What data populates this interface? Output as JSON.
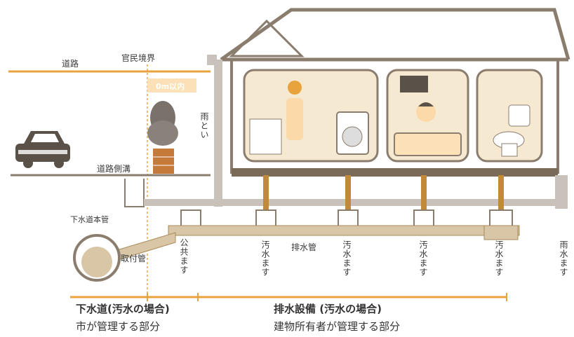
{
  "labels": {
    "road": "道路",
    "boundary": "官民境界",
    "distance": "0m以内",
    "road_ditch": "道路側溝",
    "rain_gutter": "雨とい",
    "sewer_main": "下水道本管",
    "connection_pipe": "取付管",
    "public_basin": "公共ます",
    "drain_pipe": "排水管",
    "sewage_basin_1": "汚水ます",
    "sewage_basin_2": "汚水ます",
    "sewage_basin_3": "汚水ます",
    "sewage_basin_4": "汚水ます",
    "rain_basin": "雨水ます"
  },
  "bottom": {
    "left_title": "下水道(汚水の場合)",
    "left_sub": "市が管理する部分",
    "right_title": "排水設備 (汚水の場合)",
    "right_sub": "建物所有者が管理する部分"
  },
  "colors": {
    "accent": "#e8a33c",
    "wall": "#9a8a78",
    "pipe": "#c9c2ba",
    "interior": "#f6e9d2",
    "roof_fill": "#ffffff",
    "text": "#333333"
  }
}
